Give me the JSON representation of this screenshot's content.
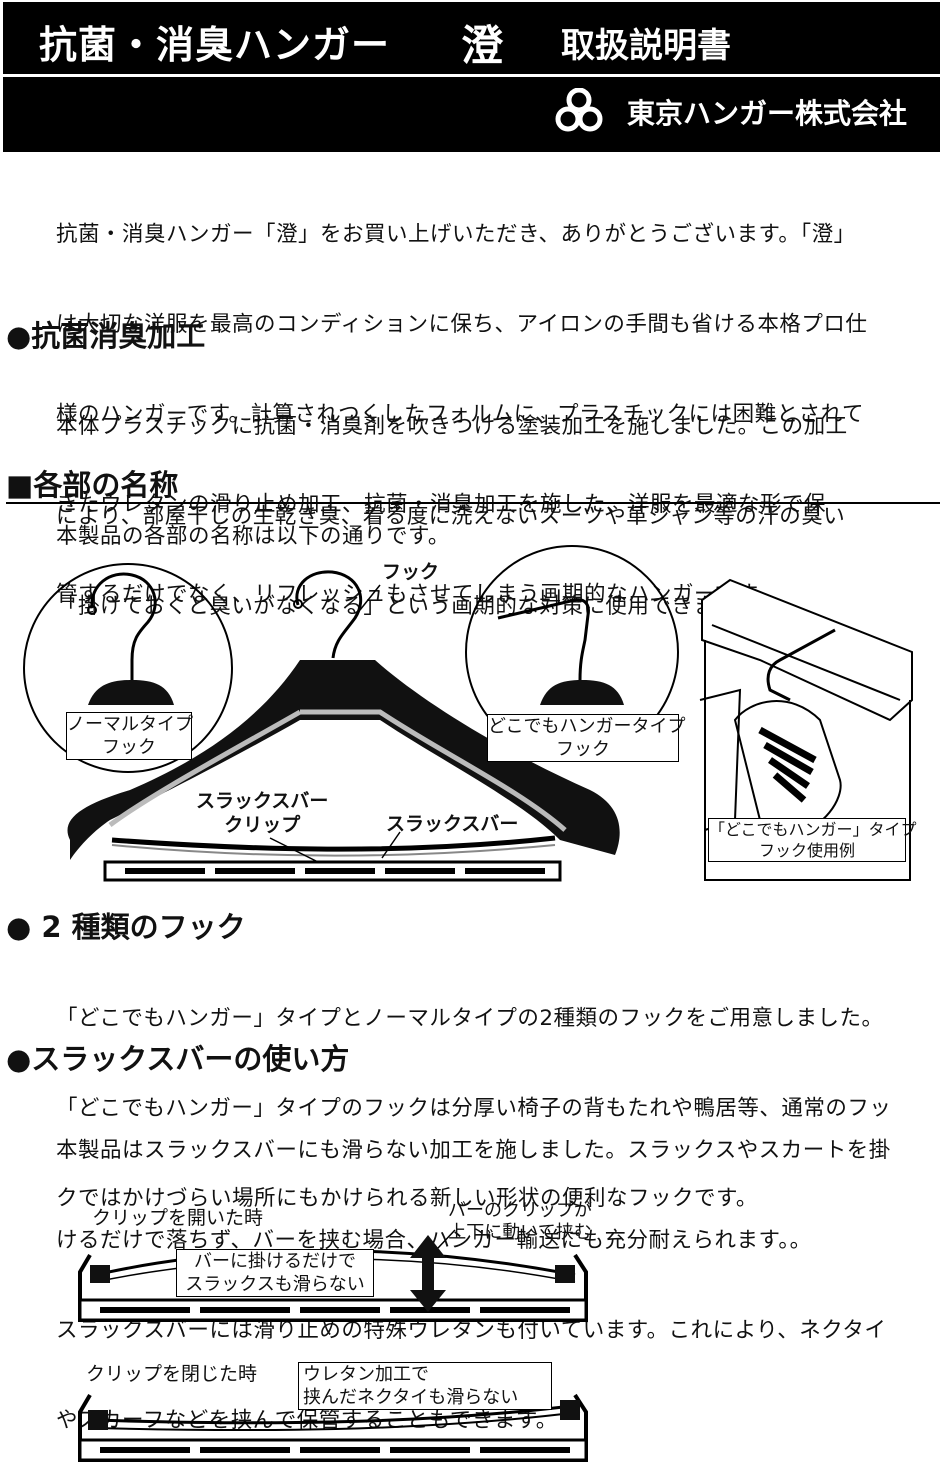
{
  "header": {
    "title": "抗菌・消臭ハンガー",
    "product": "澄",
    "doc_type": "取扱説明書",
    "company": "東京ハンガー株式会社"
  },
  "intro": {
    "lines": [
      "抗菌・消臭ハンガー「澄」をお買い上げいただき、ありがとうございます。「澄」",
      "は大切な洋服を最高のコンディションに保ち、アイロンの手間も省ける本格プロ仕",
      "様のハンガーです。計算されつくしたフォルムに、プラスチックには困難とされて",
      "きたウレタンの滑り止め加工、抗菌・消臭加工を施した、洋服を最適な形で保",
      "管するだけでなく、リフレッシュもさせてしまう画期的なハンガーです。"
    ]
  },
  "antibacterial": {
    "heading": "●抗菌消臭加工",
    "lines": [
      "本体プラスチックに抗菌・消臭剤を吹きつける塗装加工を施しました。この加工",
      "により、部屋干しの生乾き臭、着る度に洗えないスーツや革ジャン等の汗の臭い",
      "「掛けておくと臭いがなくなる」という画期的な対策に使用できます。"
    ]
  },
  "parts": {
    "heading": "■各部の名称",
    "intro": "本製品の各部の名称は以下の通りです。",
    "label_hook": "フック",
    "label_normal": "ノーマルタイプ\nフック",
    "label_dokodemo": "どこでもハンガータイプ\nフック",
    "label_bar_clip": "スラックスバー\nクリップ",
    "label_bar": "スラックスバー",
    "label_example": "「どこでもハンガー」タイプ\nフック使用例"
  },
  "hooks": {
    "heading": "● 2 種類のフック",
    "lines": [
      "「どこでもハンガー」タイプとノーマルタイプの2種類のフックをご用意しました。",
      "「どこでもハンガー」タイプのフックは分厚い椅子の背もたれや鴨居等、通常のフッ",
      "クではかけづらい場所にもかけられる新しい形状の便利なフックです。"
    ]
  },
  "slacks": {
    "heading": "●スラックスバーの使い方",
    "lines": [
      "本製品はスラックスバーにも滑らない加工を施しました。スラックスやスカートを掛",
      "けるだけで落ちず、バーを挟む場合、ハンガー輸送にも充分耐えられます。。",
      "スラックスバーには滑り止めの特殊ウレタンも付いています。これにより、ネクタイ",
      "やスカーフなどを挟んで保管することもできます。"
    ],
    "open_label": "クリップを開いた時",
    "clip_move": "バーのクリップが\n上下に動いて挟む",
    "no_slip": "バーに掛けるだけで\nスラックスも滑らない",
    "closed_label": "クリップを閉じた時",
    "urethane": "ウレタン加工で\n挟んだネクタイも滑らない"
  }
}
